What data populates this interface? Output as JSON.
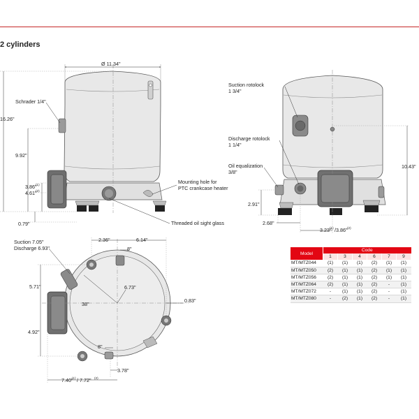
{
  "heading": "2 cylinders",
  "front_view": {
    "diameter": "Ø 11.34\"",
    "schrader": "Schrader 1/4\"",
    "height_total": "16.26\"",
    "height_mid": "9.92\"",
    "dim_386": "3.86\"",
    "dim_386_sup": "(1)",
    "dim_461": "4.61\"",
    "dim_461_sup": "(2)",
    "dim_079": "0.79\"",
    "mounting_hole_1": "Mounting hole for",
    "mounting_hole_2": "PTC crankcase heater",
    "oil_sight": "Threaded oil sight glass"
  },
  "side_view": {
    "suction_rotolock_1": "Suction rotolock",
    "suction_rotolock_2": "1 3/4\"",
    "discharge_rotolock_1": "Discharge rotolock",
    "discharge_rotolock_2": "1 1/4\"",
    "oil_eq_1": "Oil equalization",
    "oil_eq_2": "3/8\"",
    "dim_1043": "10.43\"",
    "dim_291": "2.91\"",
    "dim_268": "2.68\"",
    "dim_323": "3.23\"",
    "dim_323_sup": "(1)",
    "dim_386b": "/3.86\"",
    "dim_386b_sup": "(2)"
  },
  "top_view": {
    "suction_705": "Suction 7.05\"",
    "discharge_693": "Discharge 6.93\"",
    "dim_236": "2.36\"",
    "dim_614": "6.14\"",
    "dim_8a": "8\"",
    "dim_571": "5.71\"",
    "dim_673": "6.73\"",
    "dim_38": "38\"",
    "dim_083": "0.83\"",
    "dim_492": "4.92\"",
    "dim_8b": "8\"",
    "dim_378": "3.78\"",
    "dim_740": "7.40\"",
    "dim_740_sup": "(1)",
    "dim_772": "/ 7.72\"",
    "dim_772_sup": "(2)"
  },
  "code_table": {
    "model_header": "Model",
    "code_header": "Code",
    "codes": [
      "1",
      "3",
      "4",
      "6",
      "7",
      "9"
    ],
    "rows": [
      {
        "model": "MT/MTZ044",
        "values": [
          "(1)",
          "(1)",
          "(1)",
          "(2)",
          "(1)",
          "(1)"
        ]
      },
      {
        "model": "MT/MTZ050",
        "values": [
          "(2)",
          "(1)",
          "(1)",
          "(2)",
          "(1)",
          "(1)"
        ]
      },
      {
        "model": "MT/MTZ056",
        "values": [
          "(2)",
          "(1)",
          "(1)",
          "(2)",
          "(1)",
          "(1)"
        ]
      },
      {
        "model": "MT/MTZ064",
        "values": [
          "(2)",
          "(1)",
          "(1)",
          "(2)",
          "-",
          "(1)"
        ]
      },
      {
        "model": "MT/MTZ072",
        "values": [
          "-",
          "(1)",
          "(1)",
          "(2)",
          "-",
          "(1)"
        ]
      },
      {
        "model": "MT/MTZ080",
        "values": [
          "-",
          "(2)",
          "(1)",
          "(2)",
          "-",
          "(1)"
        ]
      }
    ]
  },
  "colors": {
    "accent": "#e30613",
    "rule": "#c62828",
    "body_fill": "#e6e6e6",
    "part_dark": "#6b6b6b"
  }
}
